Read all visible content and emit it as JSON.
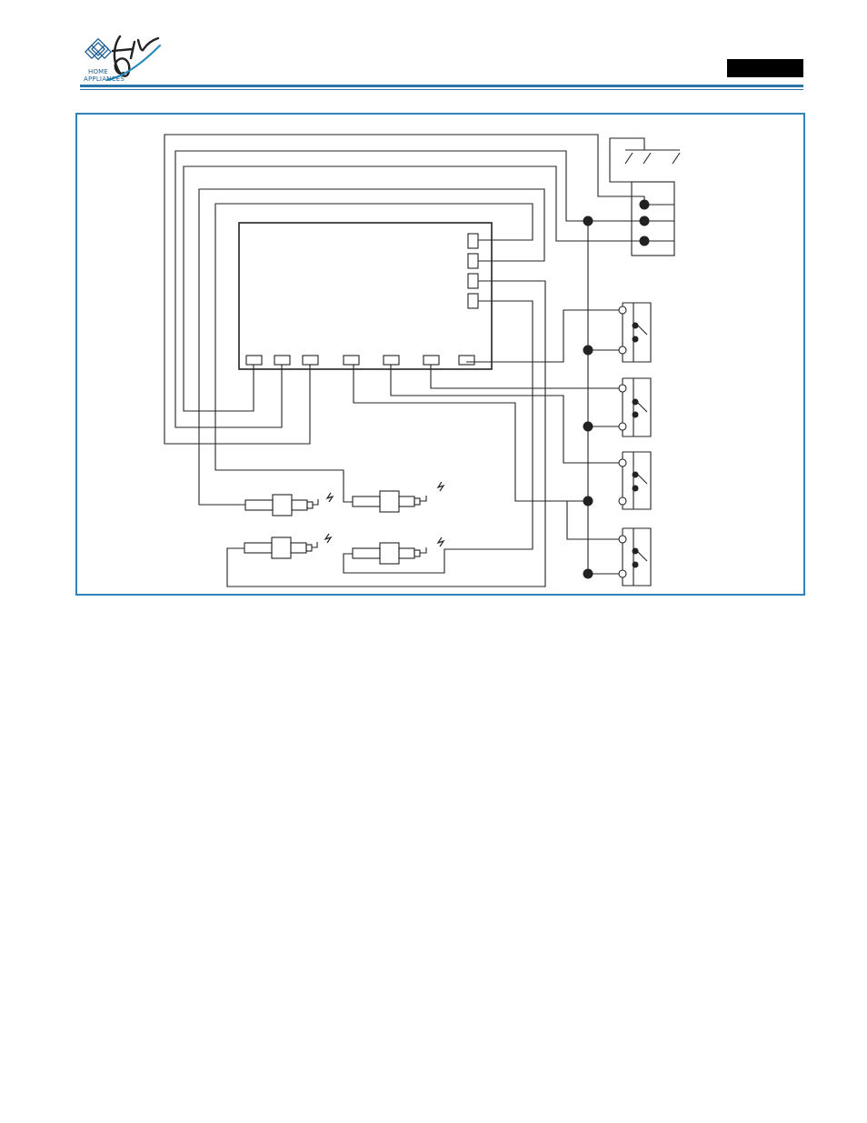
{
  "header": {
    "logo_text_line1": "HOME",
    "logo_text_line2": "APPLIANCES",
    "logo_icon": "diamond-knot-logo",
    "brand_color": "#2a74a8",
    "frame_color": "#2e86b8"
  },
  "diagram": {
    "type": "wiring-diagram",
    "components": {
      "control_board": {
        "top_connectors": 4,
        "bottom_connectors": 7
      },
      "terminal_block": {
        "terminals": 3
      },
      "switches": 4,
      "heating_elements": 4
    }
  }
}
